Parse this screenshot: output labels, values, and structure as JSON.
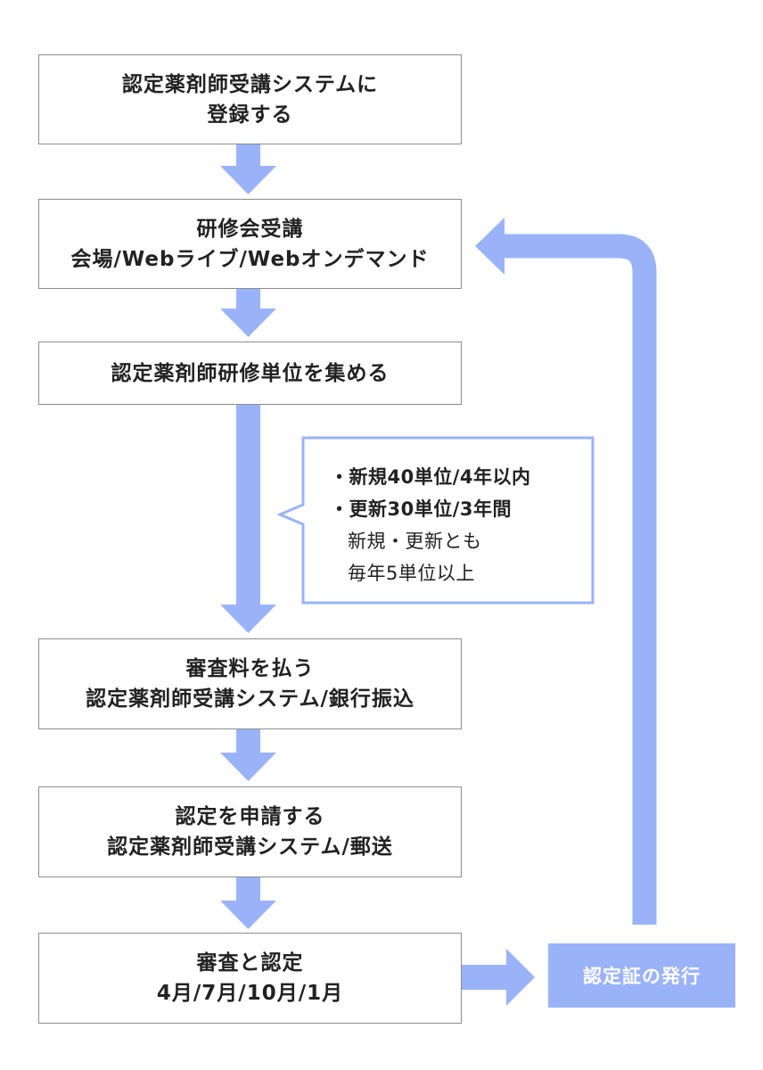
{
  "colors": {
    "arrow": "#9ab3f8",
    "box_border": "#8c8c8c",
    "note_border": "#9ab3f8",
    "text": "#222222"
  },
  "steps": [
    {
      "lines": [
        "認定薬剤師受講システムに",
        "登録する"
      ]
    },
    {
      "lines": [
        "研修会受講",
        "会場/Webライブ/Webオンデマンド"
      ]
    },
    {
      "lines": [
        "認定薬剤師研修単位を集める"
      ]
    },
    {
      "lines": [
        "審査料を払う",
        "認定薬剤師受講システム/銀行振込"
      ]
    },
    {
      "lines": [
        "認定を申請する",
        "認定薬剤師受講システム/郵送"
      ]
    },
    {
      "lines": [
        "審査と認定",
        "4月/7月/10月/1月"
      ]
    }
  ],
  "note": {
    "lines": [
      {
        "text": "・新規40単位/4年以内",
        "bold": true
      },
      {
        "text": "・更新30単位/3年間",
        "bold": true
      },
      {
        "text": "新規・更新とも",
        "bold": false
      },
      {
        "text": "毎年5単位以上",
        "bold": false
      }
    ]
  },
  "issue_label": "認定証の発行"
}
